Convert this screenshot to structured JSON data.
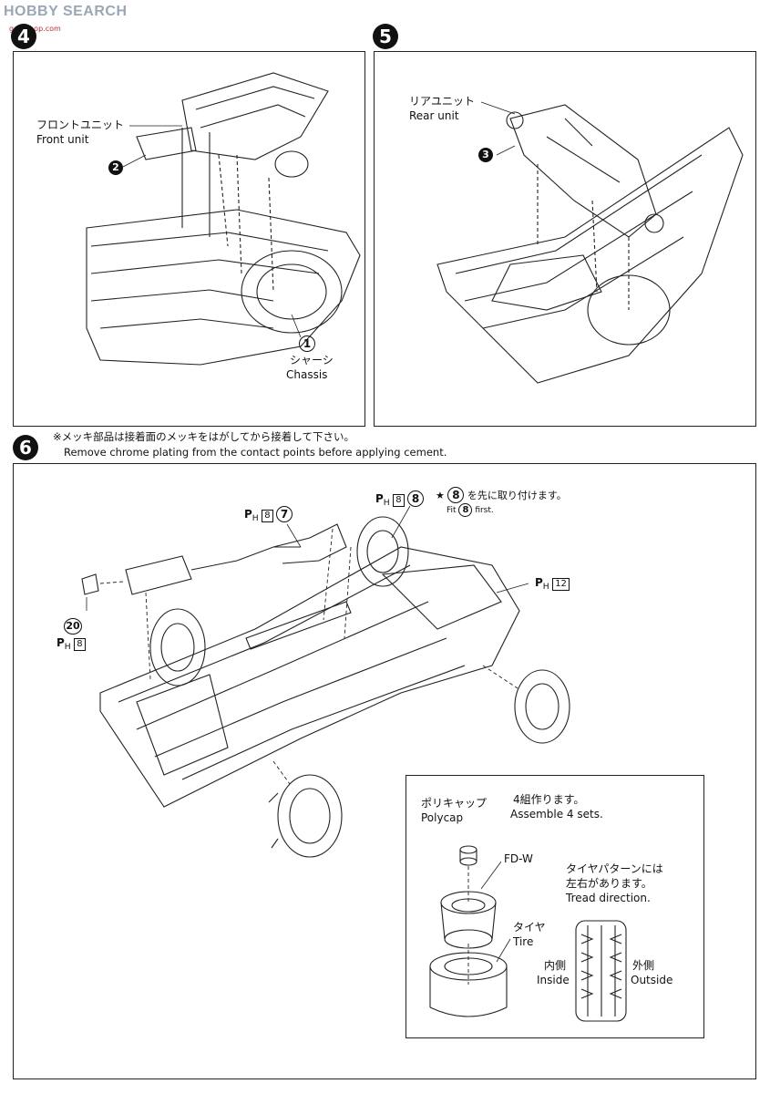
{
  "watermark": {
    "text": "HOBBY SEARCH",
    "sub": "gan-shop.com"
  },
  "steps": {
    "s4": {
      "number": "4",
      "front_unit_jp": "フロントユニット",
      "front_unit_en": "Front unit",
      "callout_part": "2",
      "chassis_num": "1",
      "chassis_jp": "シャーシ",
      "chassis_en": "Chassis"
    },
    "s5": {
      "number": "5",
      "rear_unit_jp": "リアユニット",
      "rear_unit_en": "Rear unit",
      "callout_part": "3"
    },
    "s6": {
      "number": "6",
      "note_jp": "※メッキ部品は接着面のメッキをはがしてから接着して下さい。",
      "note_en": "Remove chrome plating from the contact points before applying cement.",
      "fit_first_jp_prefix": "★",
      "fit_first_num": "8",
      "fit_first_jp_suffix": "を先に取り付けます。",
      "fit_first_en_prefix": "Fit",
      "fit_first_en_suffix": "first.",
      "ph_prefix": "P",
      "ph_sub": "H",
      "ph7": {
        "box": "8",
        "part": "7"
      },
      "ph8": {
        "box": "8",
        "part": "8"
      },
      "ph12": {
        "box": "12"
      },
      "ph20": {
        "box": "8",
        "part": "20"
      }
    },
    "inset": {
      "polycap_jp": "ポリキャップ",
      "polycap_en": "Polycap",
      "assemble_jp": "4組作ります。",
      "assemble_en": "Assemble 4 sets.",
      "fdw": "FD-W",
      "tread_jp1": "タイヤパターンには",
      "tread_jp2": "左右があります。",
      "tread_en": "Tread direction.",
      "tire_jp": "タイヤ",
      "tire_en": "Tire",
      "inside_jp": "内側",
      "inside_en": "Inside",
      "outside_jp": "外側",
      "outside_en": "Outside"
    }
  }
}
